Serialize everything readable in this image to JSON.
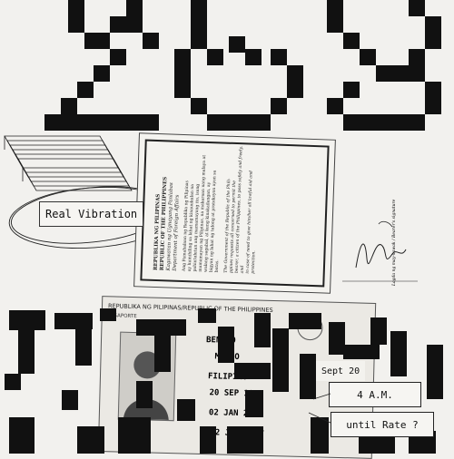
{
  "colors": {
    "paper": "#f2f1ee",
    "ink": "#111111",
    "document": "#ebe9e4"
  },
  "real_vibration_label": "Real Vibration",
  "passport_certificate": {
    "heading_lines": [
      "REPUBLIKA NG PILIPINAS",
      "REPUBLIC OF THE PHILIPPINES",
      "Kagawaran ng Ugnayang Panlabas",
      "Department of Foreign Affairs"
    ],
    "filipino_paragraph": [
      "Ang Pamahalaan ng Republika ng Pilipinas",
      "ay humihiling sa lahat ng kinauukulan na",
      "pahintulutan ang mamamayang ito, isang",
      "mamamayan ng Pilipinas, na makaraan nang malaya at",
      "walang sagabal, at kung kinakailangan, ay",
      "bigyan ng lahat ng tulong at proteksyon ayon sa",
      "batas."
    ],
    "english_paragraph": [
      "The Government of the Republic of the Phili-",
      "ppines requests all concerned to permit the",
      "bearer, a citizen of the Philippines, to pass safely and freely, and",
      "in case of need to give him/her all lawful aid and",
      "protection."
    ]
  },
  "signature_caption": "Lagda ng may-hawak / Bearer's signature",
  "passport_photo_page": {
    "header": "REPUBLIKA NG PILIPINAS/REPUBLIC OF THE PHILIPPINES",
    "passport_label": "PASAPORTE",
    "surname": "BENIDO",
    "given_name": "MARLO",
    "nationality": "FILIPINO",
    "birth_date": "20 SEP 19",
    "issue_date": "02 JAN 2007",
    "expiry_date": "02 JAN 2007"
  },
  "side_label_date": "Sept 20",
  "side_label_time": "4 A.M.",
  "until_rate_text": "until Rate ?"
}
